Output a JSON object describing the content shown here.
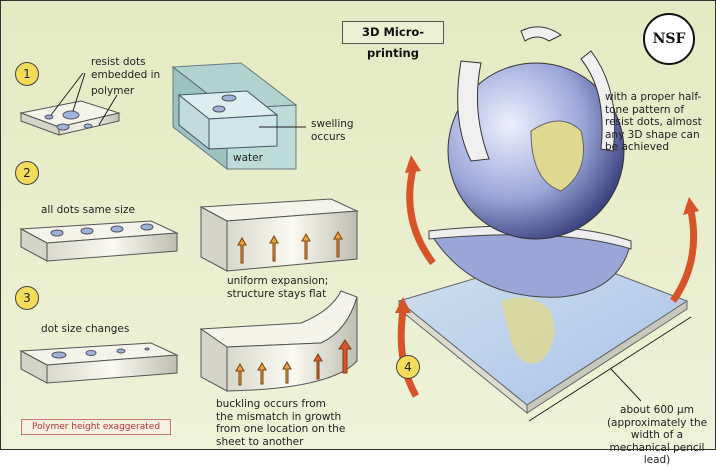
{
  "title": "3D Micro-printing",
  "logo": "NSF",
  "steps": [
    "1",
    "2",
    "3",
    "4"
  ],
  "labels": {
    "resist_dots": "resist dots embedded in",
    "polymer": "polymer",
    "swelling": "swelling occurs",
    "water": "water",
    "all_dots": "all dots same size",
    "uniform": "uniform expansion; structure stays flat",
    "dot_size": "dot size changes",
    "buckling": "buckling occurs from the mismatch in growth from one location on the sheet to another",
    "halftone": "with a proper half-tone pattern of resist dots, almost any 3D shape can be achieved",
    "size_main": "about 600 µm",
    "size_sub": "(approximately the width of a mechanical pencil lead)",
    "note": "Polymer height exaggerated"
  },
  "colors": {
    "background": "#e6ebc4",
    "step": "#f3dc5a",
    "arrow": "#d9532a",
    "dot": "#9fb2d8"
  }
}
